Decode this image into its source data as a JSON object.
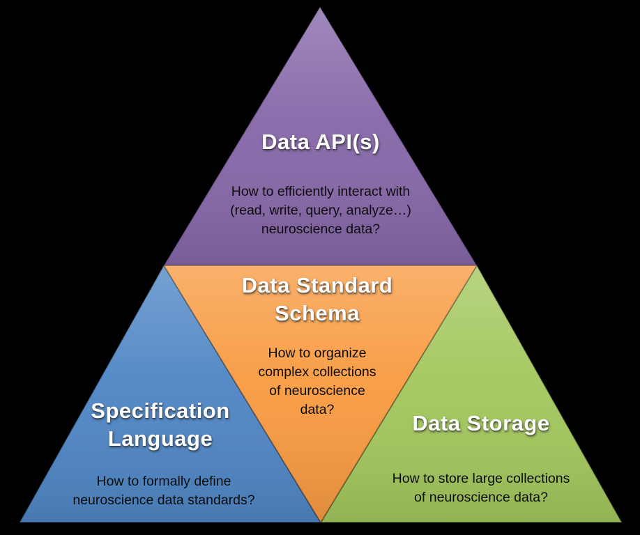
{
  "canvas": {
    "background_color": "#000000"
  },
  "pyramid": {
    "top": {
      "title": "Data API(s)",
      "description": "How to efficiently interact with\n(read, write, query, analyze…)\nneuroscience data?",
      "color": "#8667a8"
    },
    "center": {
      "title": "Data Standard\nSchema",
      "description": "How to organize\ncomplex collections\nof neuroscience\ndata?",
      "color": "#f89b41"
    },
    "left": {
      "title": "Specification\nLanguage",
      "description": "How to formally define\nneuroscience data standards?",
      "color": "#4f86c5"
    },
    "right": {
      "title": "Data Storage",
      "description": "How to store large collections\nof neuroscience data?",
      "color": "#a3c75d"
    }
  }
}
